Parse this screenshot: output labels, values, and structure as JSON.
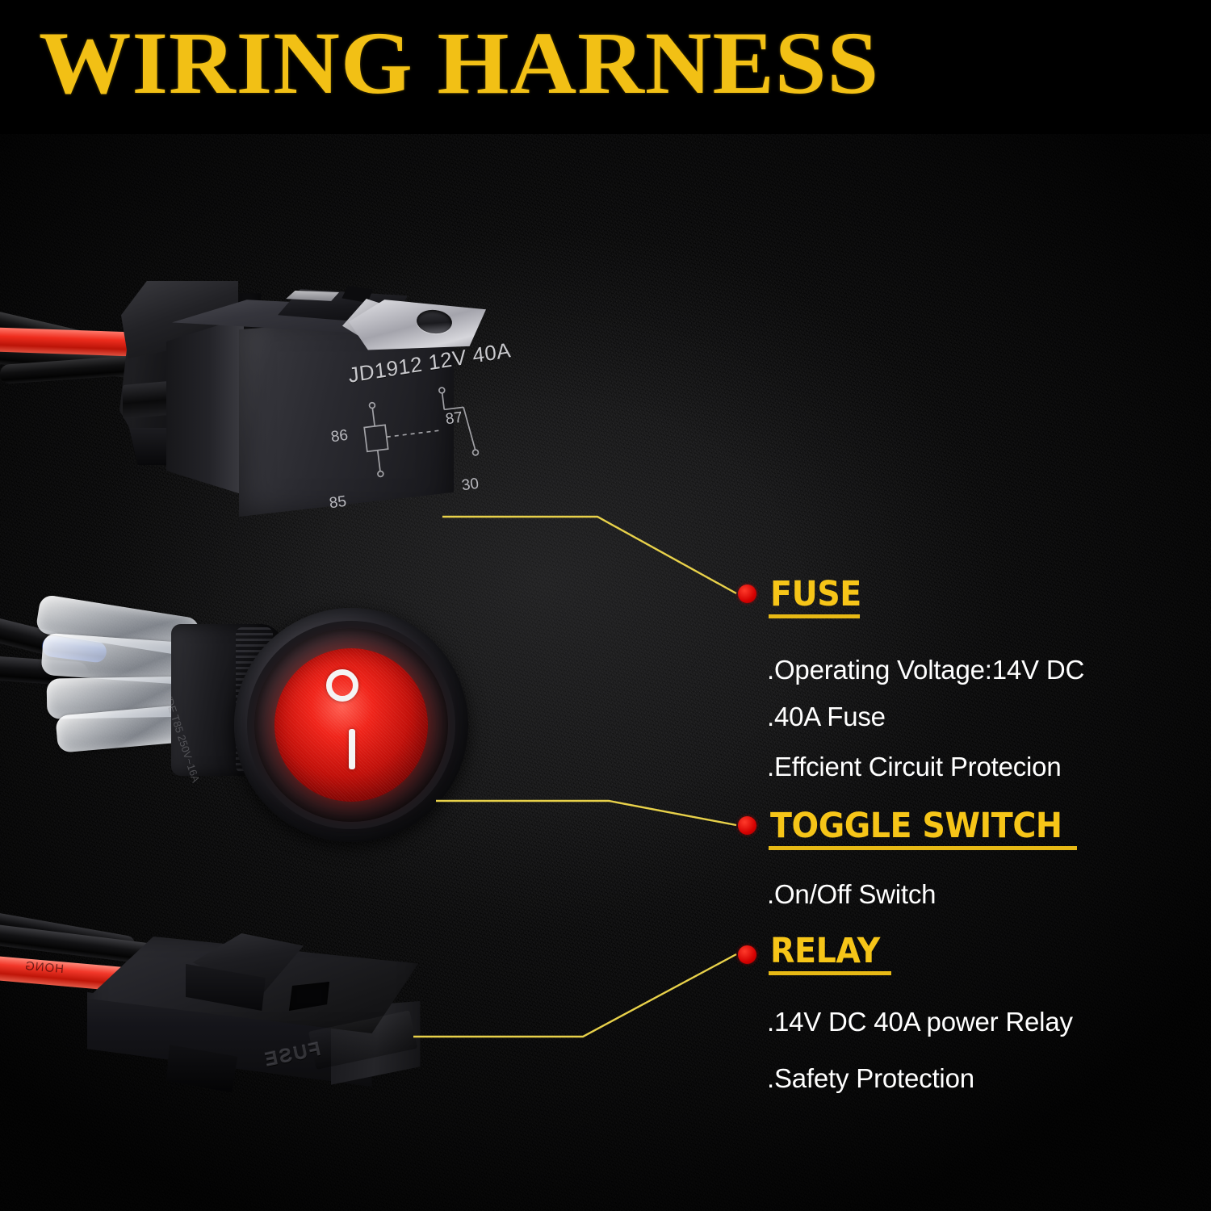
{
  "header": {
    "title": "WIRING HARNESS",
    "title_color": "#F2C015",
    "band_color": "#000000"
  },
  "background": {
    "color": "#131314",
    "style": "dark textured matte surface"
  },
  "spec_sections": [
    {
      "heading": "FUSE",
      "heading_color": "#F6C518",
      "bullets": [
        ".Operating Voltage:14V DC",
        ".40A Fuse",
        ".Effcient Circuit Protecion"
      ]
    },
    {
      "heading": "TOGGLE SWITCH",
      "heading_color": "#F6C518",
      "bullets": [
        ".On/Off Switch"
      ]
    },
    {
      "heading": "RELAY",
      "heading_color": "#F6C518",
      "bullets": [
        ".14V DC 40A power Relay",
        ".Safety Protection"
      ]
    }
  ],
  "callouts": {
    "dot_color": "#D40000",
    "line_color": "#E8D14A"
  },
  "products": {
    "relay": {
      "printed_label": "JD1912 12V 40A",
      "terminals": [
        "86",
        "87",
        "85",
        "30"
      ],
      "body_color": "#2a2a30",
      "bracket_color": "#c9c9cf"
    },
    "toggle_switch": {
      "glyph_off": "O",
      "glyph_on": "I",
      "lens_color": "#c2100a",
      "bezel_color": "#151519",
      "body_print": "VDE T85  250V~16A"
    },
    "fuse_holder": {
      "embossed_label": "FUSE",
      "body_color": "#15151a",
      "wire_print": "HONG"
    }
  }
}
